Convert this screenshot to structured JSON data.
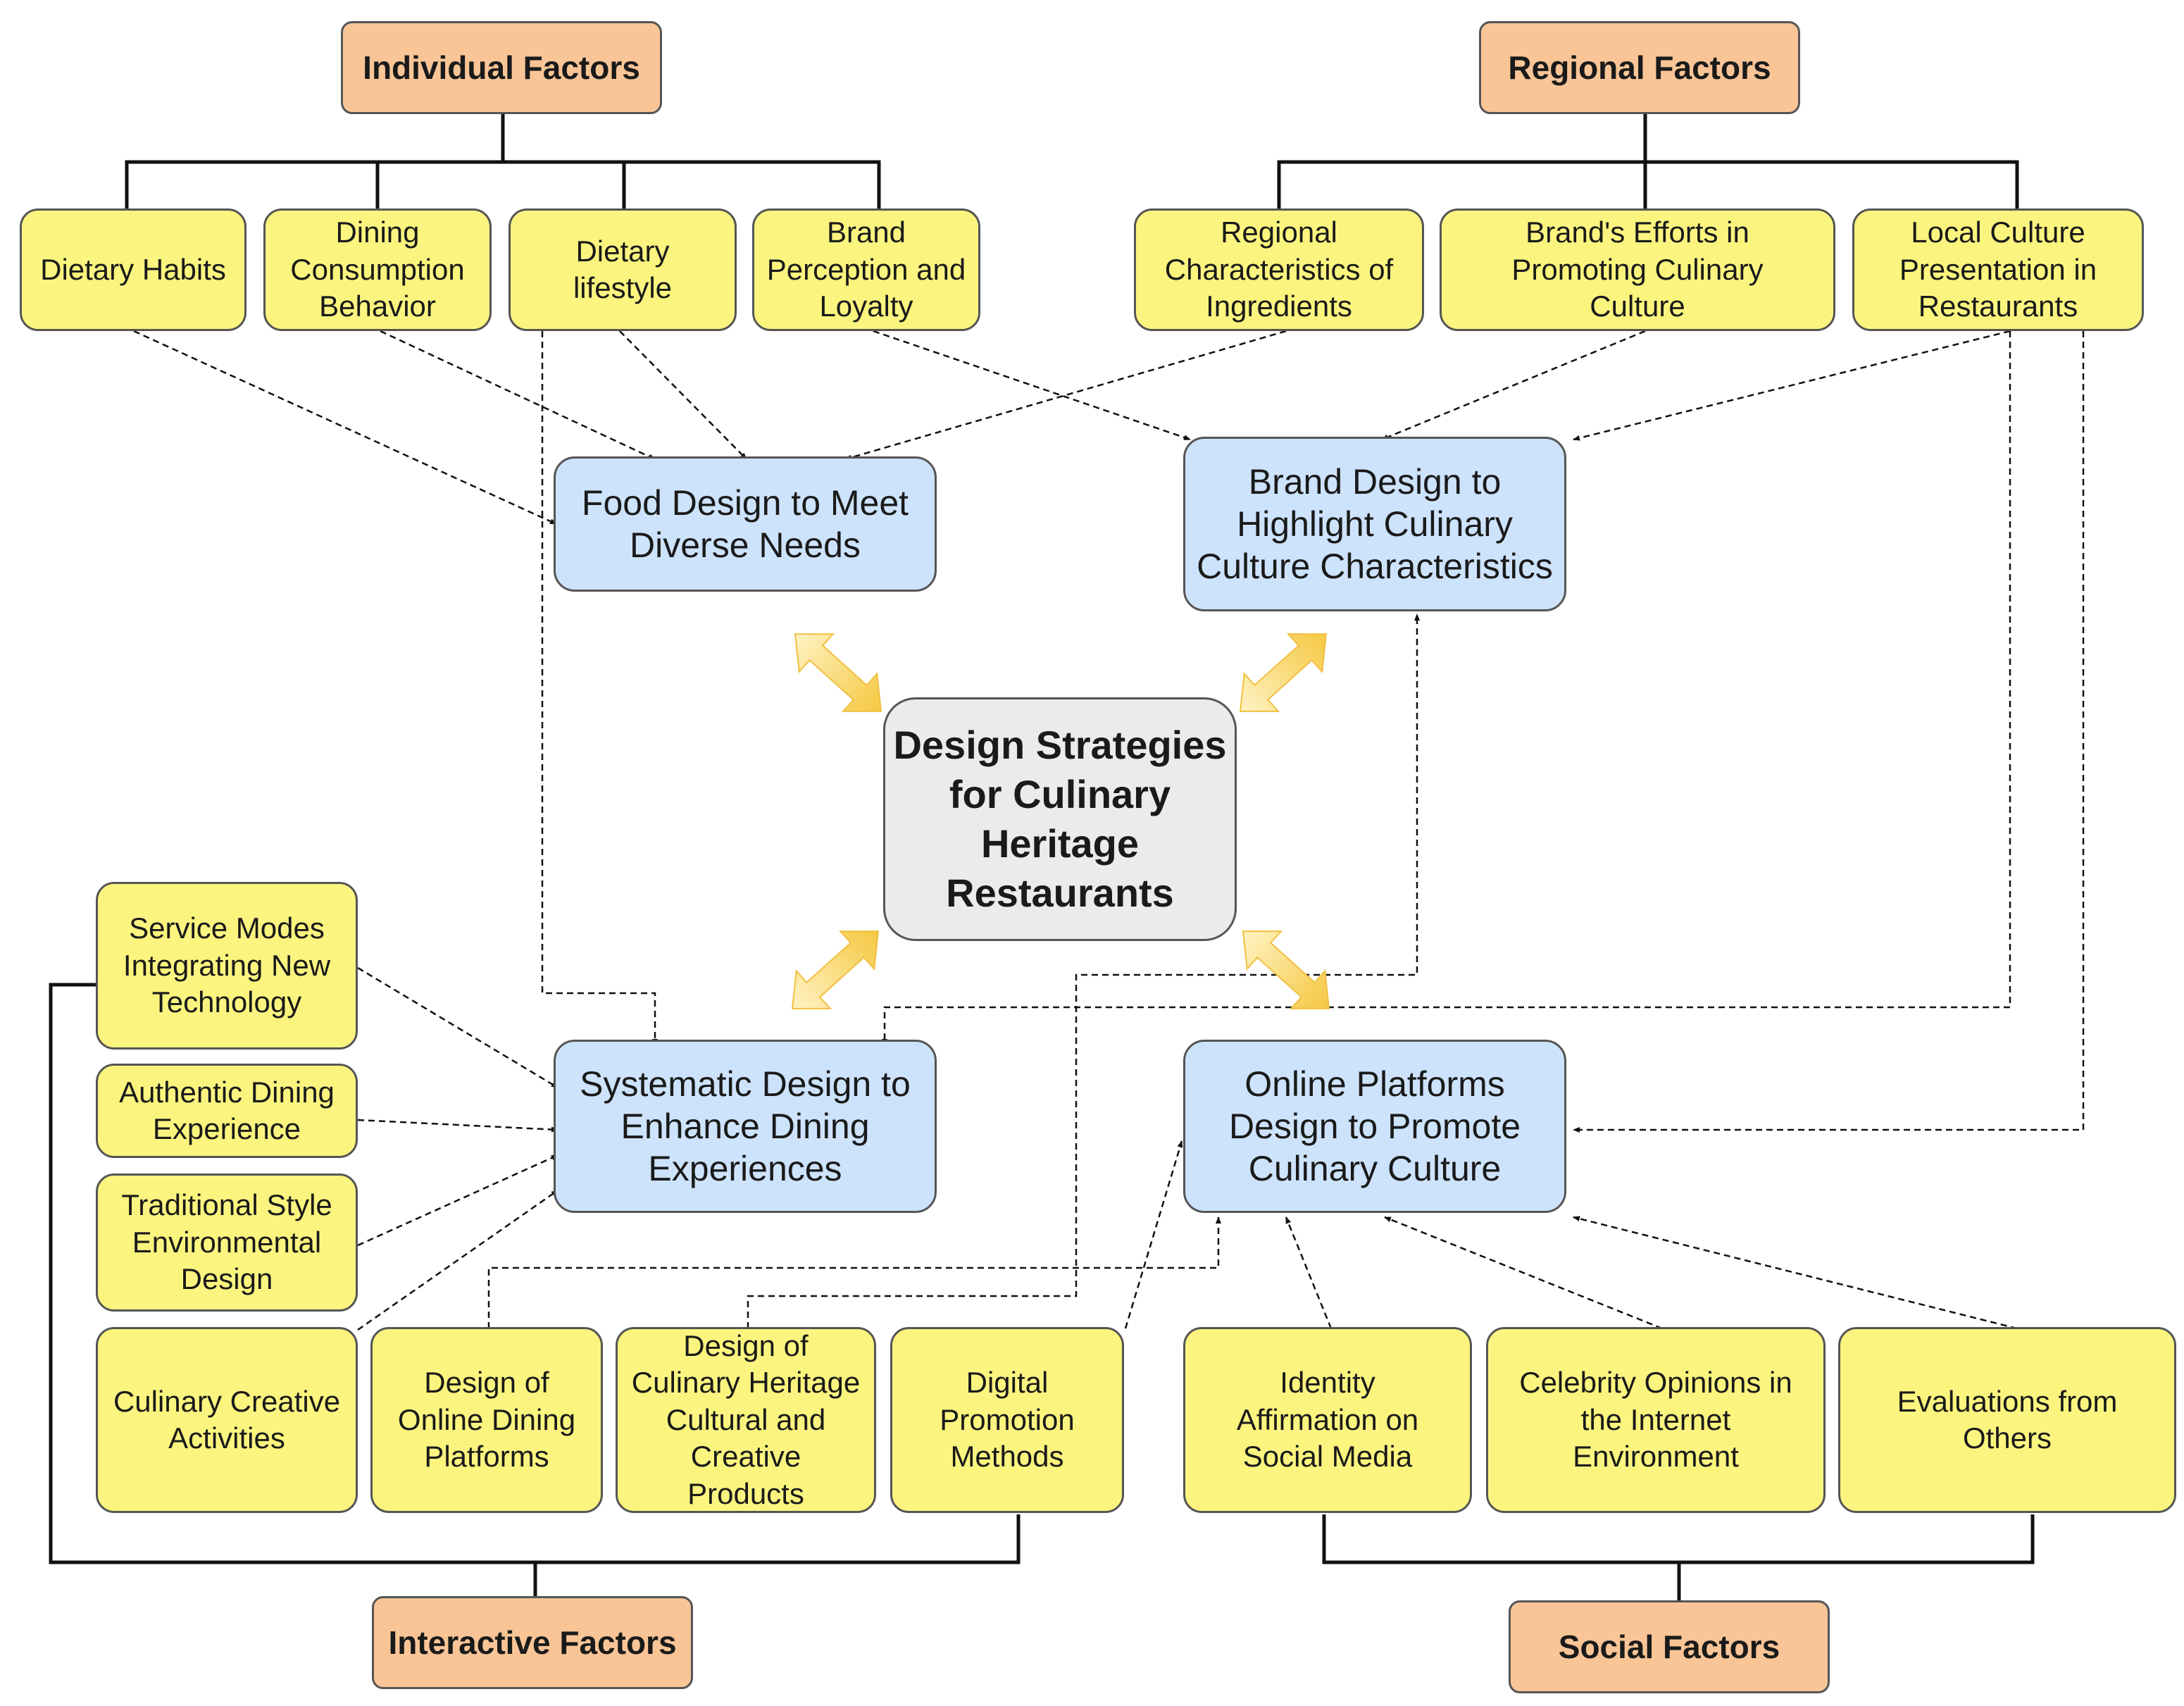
{
  "center": {
    "label": "Design Strategies\nfor Culinary\nHeritage\nRestaurants"
  },
  "categories": {
    "individual": "Individual Factors",
    "regional": "Regional Factors",
    "interactive": "Interactive Factors",
    "social": "Social Factors"
  },
  "strategies": {
    "food": "Food Design to Meet\nDiverse Needs",
    "brand": "Brand Design to\nHighlight Culinary\nCulture Characteristics",
    "systematic": "Systematic Design to\nEnhance Dining\nExperiences",
    "online": "Online Platforms\nDesign to Promote\nCulinary Culture"
  },
  "individual_factors": {
    "dietary_habits": "Dietary Habits",
    "dining_consumption": "Dining\nConsumption\nBehavior",
    "dietary_lifestyle": "Dietary\nlifestyle",
    "brand_perception": "Brand\nPerception and\nLoyalty"
  },
  "regional_factors": {
    "ingredients": "Regional\nCharacteristics of\nIngredients",
    "brand_efforts": "Brand's Efforts in\nPromoting Culinary\nCulture",
    "local_culture": "Local Culture\nPresentation in\nRestaurants"
  },
  "interactive_factors": {
    "service_modes": "Service Modes\nIntegrating New\nTechnology",
    "authentic": "Authentic Dining\nExperience",
    "traditional": "Traditional Style\nEnvironmental\nDesign",
    "creative_activities": "Culinary Creative\nActivities",
    "online_dining": "Design of\nOnline Dining\nPlatforms",
    "heritage_products": "Design of\nCulinary Heritage\nCultural and\nCreative\nProducts",
    "digital_promotion": "Digital\nPromotion\nMethods"
  },
  "social_factors": {
    "identity": "Identity\nAffirmation on\nSocial Media",
    "celebrity": "Celebrity Opinions in\nthe Internet\nEnvironment",
    "evaluations": "Evaluations from\nOthers"
  },
  "colors": {
    "category_fill": "#f9c597",
    "factor_fill": "#fbf57f",
    "strategy_fill": "#cde3fb",
    "center_fill": "#ebebeb",
    "double_arrow": "#f7cf52"
  }
}
